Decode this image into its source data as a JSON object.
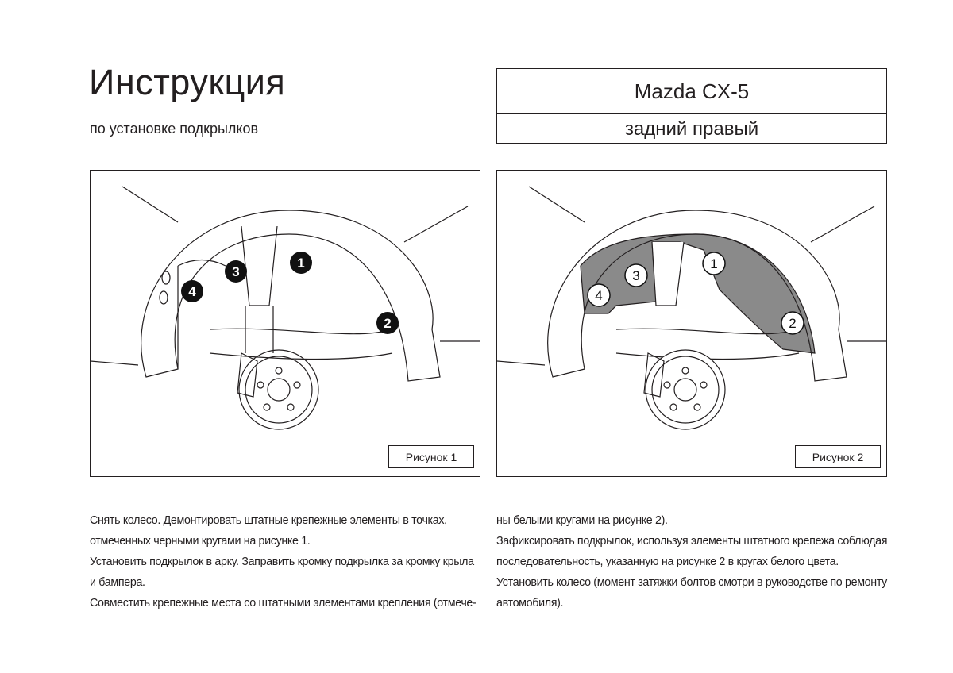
{
  "header": {
    "title": "Инструкция",
    "subtitle": "по установке подкрылков"
  },
  "model_box": {
    "model": "Mazda CX-5",
    "position": "задний правый"
  },
  "figures": [
    {
      "label": "Рисунок 1",
      "markers": [
        "1",
        "2",
        "3",
        "4"
      ],
      "marker_style": "black"
    },
    {
      "label": "Рисунок 2",
      "markers": [
        "1",
        "2",
        "3",
        "4"
      ],
      "marker_style": "white"
    }
  ],
  "instructions": {
    "left": [
      "Снять колесо. Демонтировать штатные крепежные элементы в точках,",
      "отмеченных черными кругами на рисунке 1.",
      "Установить подкрылок в арку. Заправить кромку подкрылка за кромку крыла",
      "и бампера.",
      "Совместить крепежные места со штатными элементами крепления (отмече-"
    ],
    "right": [
      "ны белыми кругами на рисунке 2).",
      "Зафиксировать подкрылок, используя элементы штатного крепежа соблюдая",
      "последовательность, указанную на рисунке 2 в кругах белого цвета.",
      "Установить колесо (момент затяжки болтов смотри в руководстве по ремонту",
      "автомобиля)."
    ]
  }
}
